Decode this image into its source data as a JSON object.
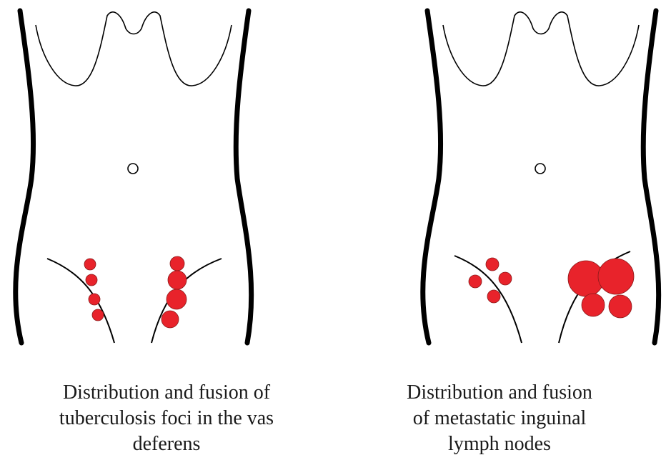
{
  "panels": [
    {
      "id": "left",
      "caption_lines": [
        "Distribution and fusion of",
        "tuberculosis foci in the vas",
        "deferens"
      ]
    },
    {
      "id": "right",
      "caption_lines": [
        "Distribution and fusion",
        "of metastatic inguinal",
        "lymph nodes"
      ]
    }
  ],
  "colors": {
    "outline": "#000000",
    "lesion_fill": "#e8232b",
    "lesion_stroke": "#8a1a1a"
  }
}
